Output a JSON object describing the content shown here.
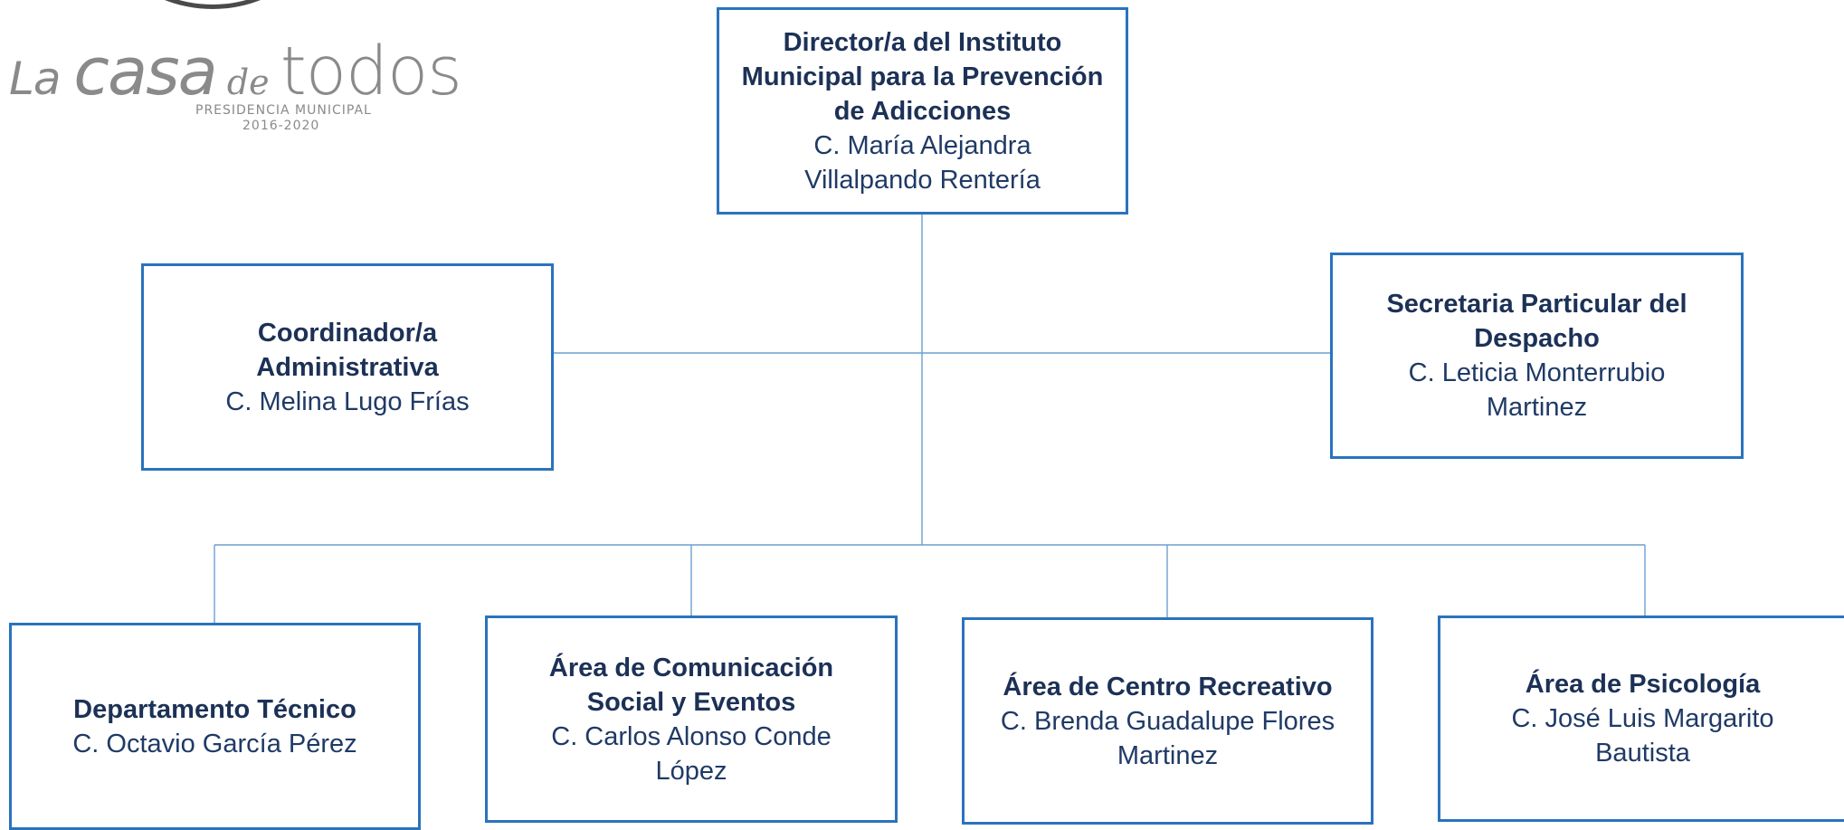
{
  "logo": {
    "word_la": "La ",
    "word_casa": "casa",
    "word_de": " de ",
    "word_todos": "todos",
    "tagline": "PRESIDENCIA MUNICIPAL",
    "period": "2016-2020"
  },
  "director": {
    "title_line1": "Director/a  del Instituto",
    "title_line2": "Municipal para la Prevención",
    "title_line3": "de Adicciones",
    "person_line1": "C. María Alejandra",
    "person_line2": "Villalpando Rentería"
  },
  "coordinador": {
    "title_line1": "Coordinador/a",
    "title_line2": "Administrativa",
    "person_line1": "C. Melina Lugo Frías"
  },
  "secretaria": {
    "title_line1": "Secretaria Particular del",
    "title_line2": "Despacho",
    "person_line1": "C. Leticia Monterrubio",
    "person_line2": "Martinez"
  },
  "departamento_tecnico": {
    "title_line1": "Departamento Técnico",
    "person_line1": "C. Octavio García Pérez"
  },
  "comunicacion": {
    "title_line1": "Área  de Comunicación",
    "title_line2": "Social y Eventos",
    "person_line1": "C. Carlos Alonso Conde",
    "person_line2": "López"
  },
  "centro_recreativo": {
    "title_line1": "Área de Centro Recreativo",
    "person_line1": "C. Brenda Guadalupe Flores",
    "person_line2": "Martinez"
  },
  "psicologia": {
    "title_line1": "Área de Psicología",
    "person_line1": "C. José Luis Margarito",
    "person_line2": "Bautista"
  },
  "colors": {
    "box_border": "#2a73bd",
    "connector": "#6b9fd1",
    "text": "#1c3156",
    "logo_gray": "#8a8a8a"
  }
}
